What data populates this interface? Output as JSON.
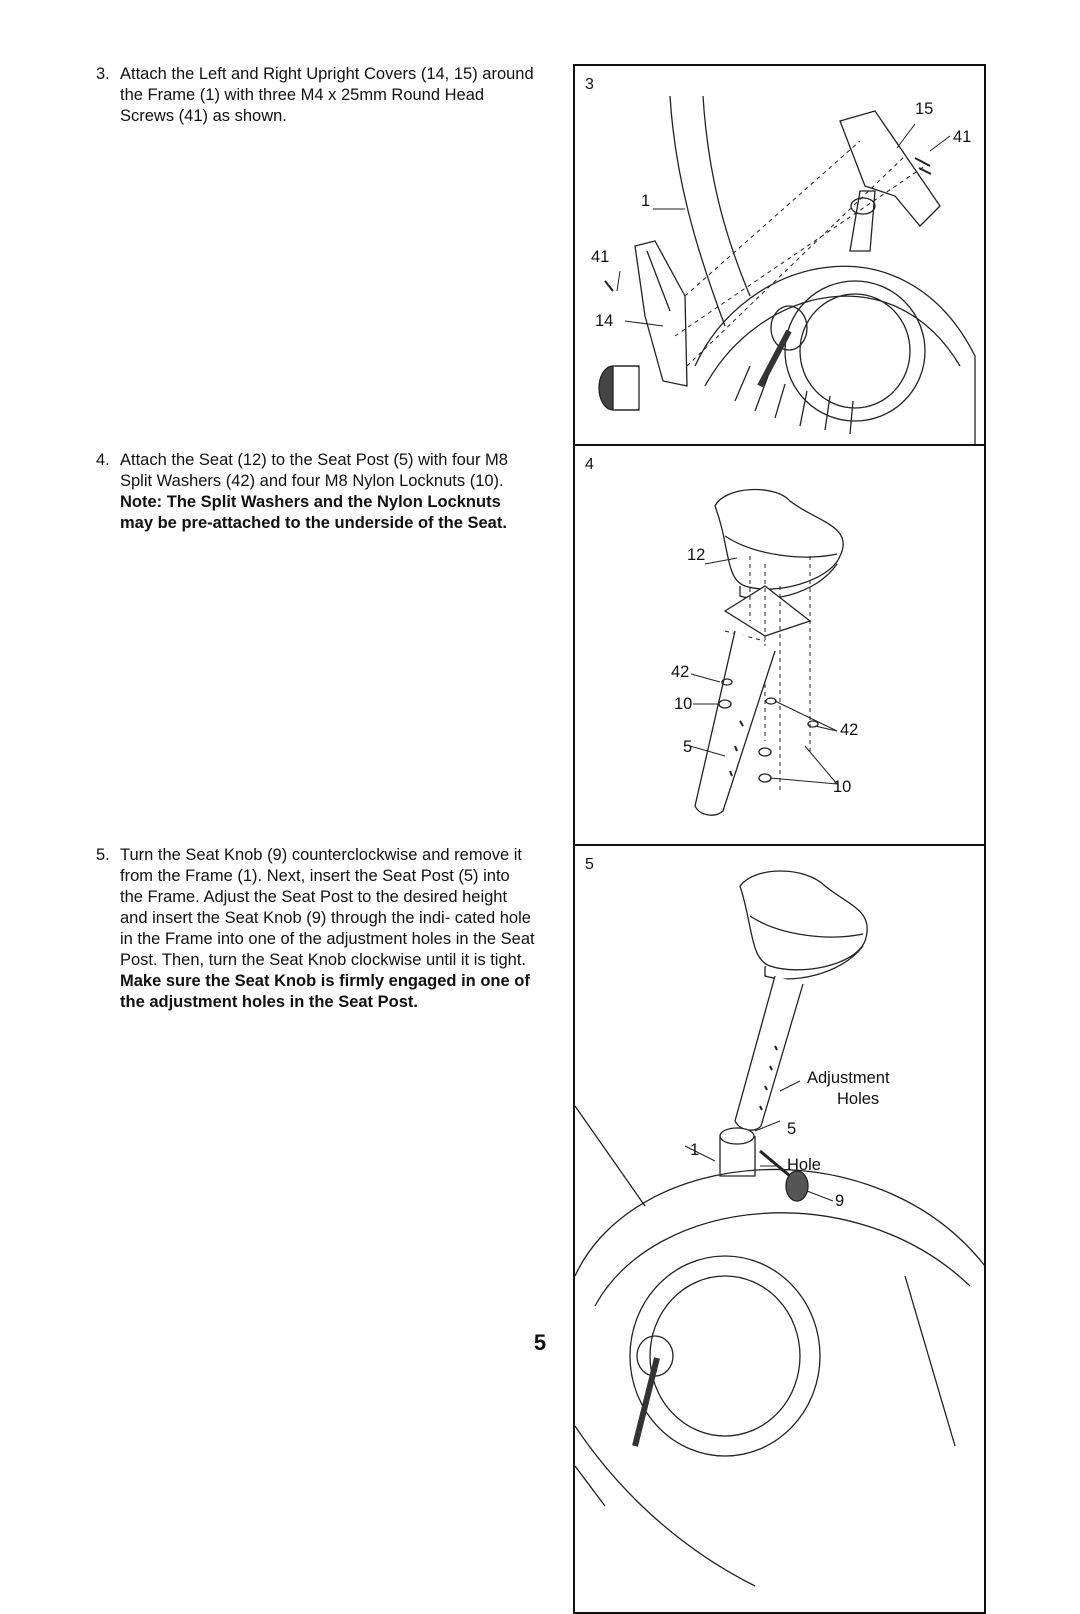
{
  "steps": [
    {
      "number": "3.",
      "text": "Attach the Left and Right Upright Covers (14, 15) around the Frame (1) with three M4 x 25mm Round Head Screws (41) as shown.",
      "bold": ""
    },
    {
      "number": "4.",
      "text": "Attach the Seat (12) to the Seat Post (5) with four M8 Split Washers (42) and four M8 Nylon Locknuts (10).",
      "bold": "Note: The Split Washers and the Nylon Locknuts may be pre-attached to the underside of the Seat."
    },
    {
      "number": "5.",
      "text": "Turn the Seat Knob (9) counterclockwise and remove it from the Frame (1). Next, insert the Seat Post (5) into the Frame. Adjust the Seat Post to the desired height and insert the Seat Knob (9) through the indi- cated hole in the Frame into one of the adjustment holes in the Seat Post. Then, turn the Seat Knob clockwise until it is tight.",
      "bold": "Make sure the Seat Knob is firmly engaged in one of the adjustment holes in the Seat Post."
    }
  ],
  "figures": [
    {
      "number": "3",
      "callouts": [
        "15",
        "41",
        "1",
        "41",
        "14"
      ]
    },
    {
      "number": "4",
      "callouts": [
        "12",
        "42",
        "10",
        "42",
        "5",
        "10"
      ]
    },
    {
      "number": "5",
      "callouts": [
        "Adjustment",
        "Holes",
        "5",
        "1",
        "Hole",
        "9"
      ]
    }
  ],
  "page_number": "5"
}
